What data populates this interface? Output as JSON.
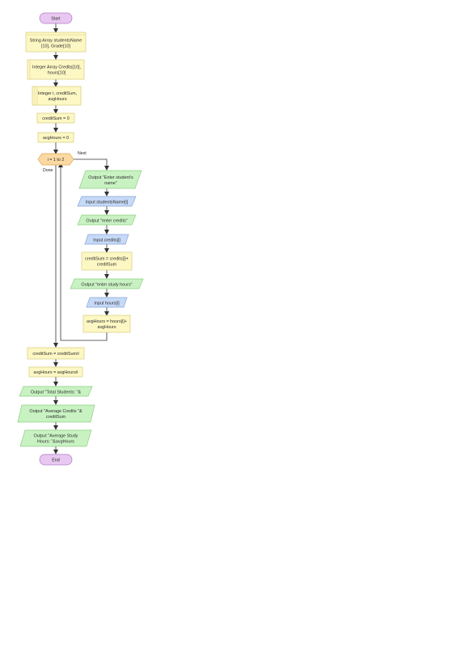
{
  "colors": {
    "terminal": "#e8c8f0",
    "terminal_border": "#b07cc8",
    "process": "#fdf7c4",
    "process_border": "#d6cc7a",
    "output": "#c9f2c3",
    "output_border": "#8ccf80",
    "input": "#c6d9f7",
    "input_border": "#86a6d8",
    "decision": "#fbd9a3",
    "decision_border": "#e0a94c",
    "line": "#333333"
  },
  "flowchart": {
    "start": "Start",
    "end": "End",
    "declare_string": [
      "String Array studentsName",
      "[10], Grade[10]"
    ],
    "declare_integer": [
      "Integer Array Credits[10],",
      "hours[10]"
    ],
    "declare_vars": [
      "Integer i, creditSum,",
      "avgHours"
    ],
    "init_credit": "creditSum = 0",
    "init_avg": "avgHours = 0",
    "loop": "i = 1 to 2",
    "loop_next": "Next",
    "loop_done": "Done",
    "out_name": [
      "Output \"Enter student's",
      "name\""
    ],
    "in_name": "Input studentsName[i]",
    "out_credits": "Output \"enter credits\"",
    "in_credits": "Input credits[i]",
    "calc_credit": [
      "creditSum = credits[i]+",
      "creditSum"
    ],
    "out_hours": "Output \"enter study hours\"",
    "in_hours": "Input hours[i]",
    "calc_avg": [
      "avgHours = hours[i]+",
      "avgHours"
    ],
    "final_credit": "creditSum = creditSum/i",
    "final_avg": "avgHours = avgHours/i",
    "out_total": "Output \"Total Students: \"&",
    "out_avg_credits": [
      "Output \"Average Credits \"&",
      "creditSum"
    ],
    "out_avg_hours": [
      "Output \"Average Study",
      "Hours: \"&avgHours"
    ]
  }
}
